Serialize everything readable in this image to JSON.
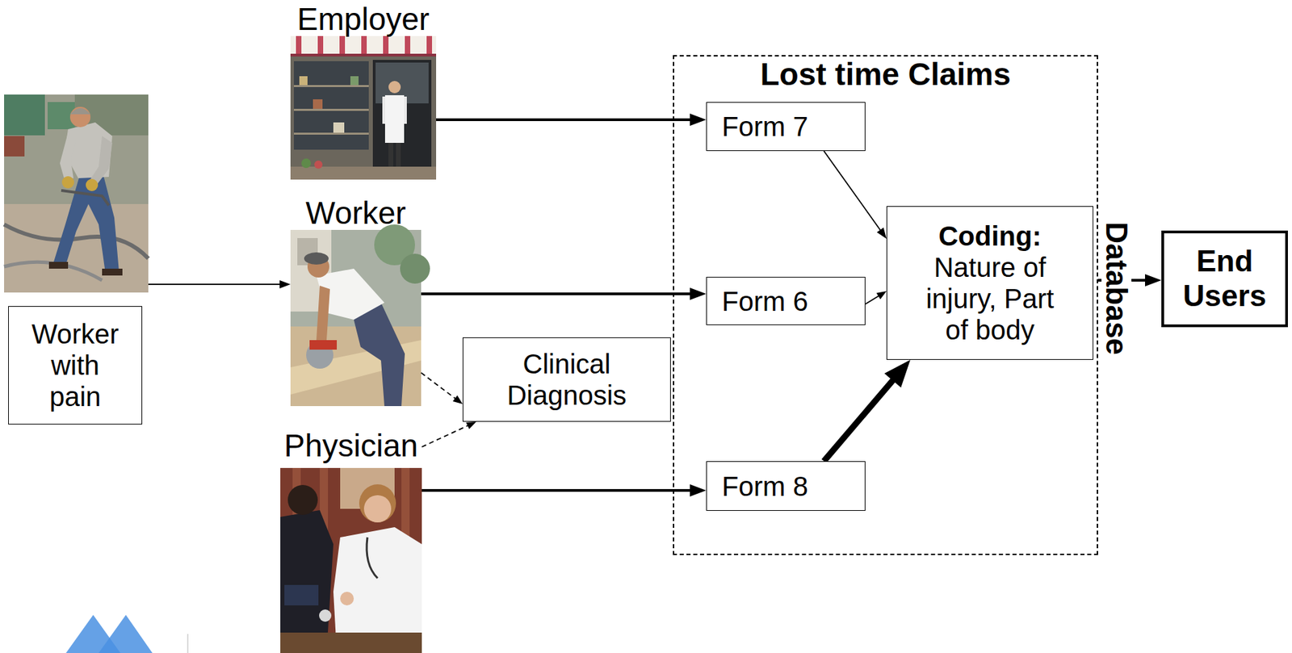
{
  "diagram": {
    "nodes": [
      {
        "text": [
          "Employer"
        ]
      },
      {
        "text": [
          "Worker with pain"
        ]
      },
      {
        "text": [
          "Worker"
        ]
      },
      {
        "text": [
          "Clinical Diagnosis"
        ]
      },
      {
        "text": [
          "Physician"
        ]
      },
      {
        "text": [
          "Lost time Claims"
        ]
      },
      {
        "text": [
          "Form 7"
        ],
        "in": 5
      },
      {
        "text": [
          "Form 6"
        ],
        "in": 5
      },
      {
        "text": [
          "Coding:",
          "Nature of injury, Part of body"
        ],
        "in": 5
      },
      {
        "text": [
          "Form 8"
        ],
        "in": 5
      },
      {
        "text": [
          "End Users"
        ]
      }
    ],
    "edges": [
      {
        "from": 1,
        "to": 2,
        "arrow": "to"
      },
      {
        "from": 0,
        "to": 6,
        "arrow": "to"
      },
      {
        "from": 2,
        "to": 7,
        "arrow": "to"
      },
      {
        "from": 4,
        "to": 9,
        "arrow": "to"
      },
      {
        "from": 2,
        "to": 3,
        "arrow": "to"
      },
      {
        "from": 4,
        "to": 3,
        "arrow": "to"
      },
      {
        "from": 6,
        "to": 8,
        "arrow": "to"
      },
      {
        "from": 7,
        "to": 8,
        "arrow": "to"
      },
      {
        "from": 9,
        "to": 8,
        "arrow": "to"
      },
      {
        "from": 5,
        "to": 10,
        "arrow": "to"
      }
    ],
    "labels": [
      "Database"
    ]
  }
}
